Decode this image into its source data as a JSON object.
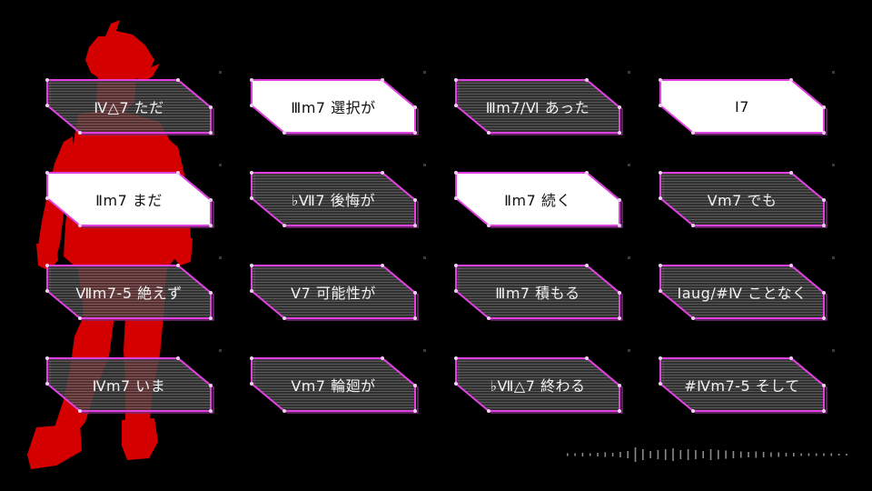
{
  "colors": {
    "background": "#000000",
    "silhouette": "#d40000",
    "tile_fill": "#3c3c3c",
    "tile_stripe": "#6a6a6a",
    "tile_border": "#e040e0",
    "tile_active_fill": "#ffffff",
    "waveform": "#8a8a8a"
  },
  "tiles": [
    {
      "label": "Ⅳ△7 ただ",
      "active": false
    },
    {
      "label": "Ⅲm7 選択が",
      "active": true
    },
    {
      "label": "Ⅲm7/Ⅵ あった",
      "active": false
    },
    {
      "label": "Ⅰ7",
      "active": true
    },
    {
      "label": "Ⅱm7 まだ",
      "active": true
    },
    {
      "label": "♭Ⅶ7 後悔が",
      "active": false
    },
    {
      "label": "Ⅱm7 続く",
      "active": true
    },
    {
      "label": "Ⅴm7 でも",
      "active": false
    },
    {
      "label": "Ⅶm7-5 絶えず",
      "active": false
    },
    {
      "label": "Ⅴ7 可能性が",
      "active": false
    },
    {
      "label": "Ⅲm7 積もる",
      "active": false
    },
    {
      "label": "Iaug/#Ⅳ ことなく",
      "active": false
    },
    {
      "label": "Ⅳm7 いま",
      "active": false
    },
    {
      "label": "Ⅴm7 輪廻が",
      "active": false
    },
    {
      "label": "♭Ⅶ△7 終わる",
      "active": false
    },
    {
      "label": "#Ⅳm7-5 そして",
      "active": false
    }
  ]
}
